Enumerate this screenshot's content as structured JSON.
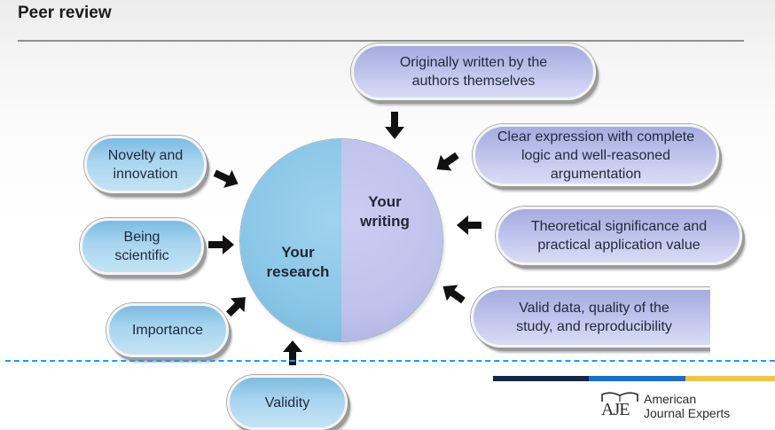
{
  "header": {
    "title": "Peer review"
  },
  "center": {
    "left_label_line1": "Your",
    "left_label_line2": "research",
    "right_label_line1": "Your",
    "right_label_line2": "writing"
  },
  "research_factors": [
    {
      "line1": "Novelty and",
      "line2": "innovation"
    },
    {
      "line1": "Being",
      "line2": "scientific"
    },
    {
      "line1": "Importance"
    },
    {
      "line1": "Validity"
    }
  ],
  "writing_factors": [
    {
      "line1": "Originally written by the",
      "line2": "authors themselves"
    },
    {
      "line1": "Clear expression with complete",
      "line2": "logic and well-reasoned",
      "line3": "argumentation"
    },
    {
      "line1": "Theoretical significance and",
      "line2": "practical application value"
    },
    {
      "line1": "Valid data, quality of the",
      "line2": "study, and reproducibility"
    }
  ],
  "icons": {
    "arrow": "arrow-icon",
    "logo": "aje-book-logo"
  },
  "brand": {
    "logo_mark": "AJE",
    "name_line1": "American",
    "name_line2": "Journal Experts",
    "colors": {
      "navy": "#14284a",
      "blue": "#1f6fc6",
      "gold": "#efc350",
      "guide_line": "#1e9be8",
      "research_fill": "#8fcbea",
      "writing_fill": "#c0c4ee"
    }
  }
}
